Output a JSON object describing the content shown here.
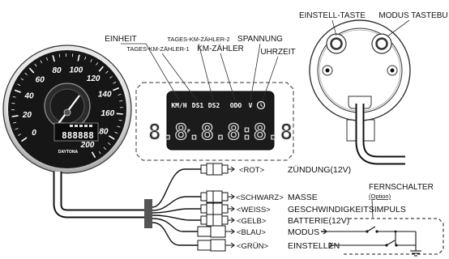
{
  "top_labels": {
    "einstell_taste": "EINSTELL-TASTE",
    "modus_taste": "MODUS TASTEBU",
    "einheit": "EINHEIT",
    "tages_km_2": "TAGES-KM-ZÄHLER-2",
    "spannung": "SPANNUNG",
    "tages_km_1": "TAGES-KM-ZÄHLER-1",
    "km_zaehler": "KM-ZÄHLER",
    "uhrzeit": "UHRZEIT"
  },
  "dial": {
    "numbers": [
      "0",
      "20",
      "40",
      "60",
      "80",
      "100",
      "120",
      "140",
      "160",
      "180",
      "200"
    ],
    "brand": "DAYTONA",
    "lcd_digits": "888888"
  },
  "lcd_panel": {
    "indicators": [
      "KM/H",
      "DS1",
      "DS2",
      "ODO",
      "V"
    ],
    "digits": "8.8.8.8:8.8"
  },
  "wires": [
    {
      "color_label": "<ROT>",
      "function": "ZÜNDUNG(12V)"
    },
    {
      "color_label": "<SCHWARZ>",
      "function": "MASSE"
    },
    {
      "color_label": "<WEISS>",
      "function": "GESCHWINDIGKEITSIMPULS"
    },
    {
      "color_label": "<GELB>",
      "function": "BATTERIE(12V)"
    },
    {
      "color_label": "<BLAU>",
      "function": "MODUS"
    },
    {
      "color_label": "<GRÜN>",
      "function": "EINSTELLEN"
    }
  ],
  "remote": {
    "title": "FERNSCHALTER",
    "subtitle": "(Option)"
  }
}
